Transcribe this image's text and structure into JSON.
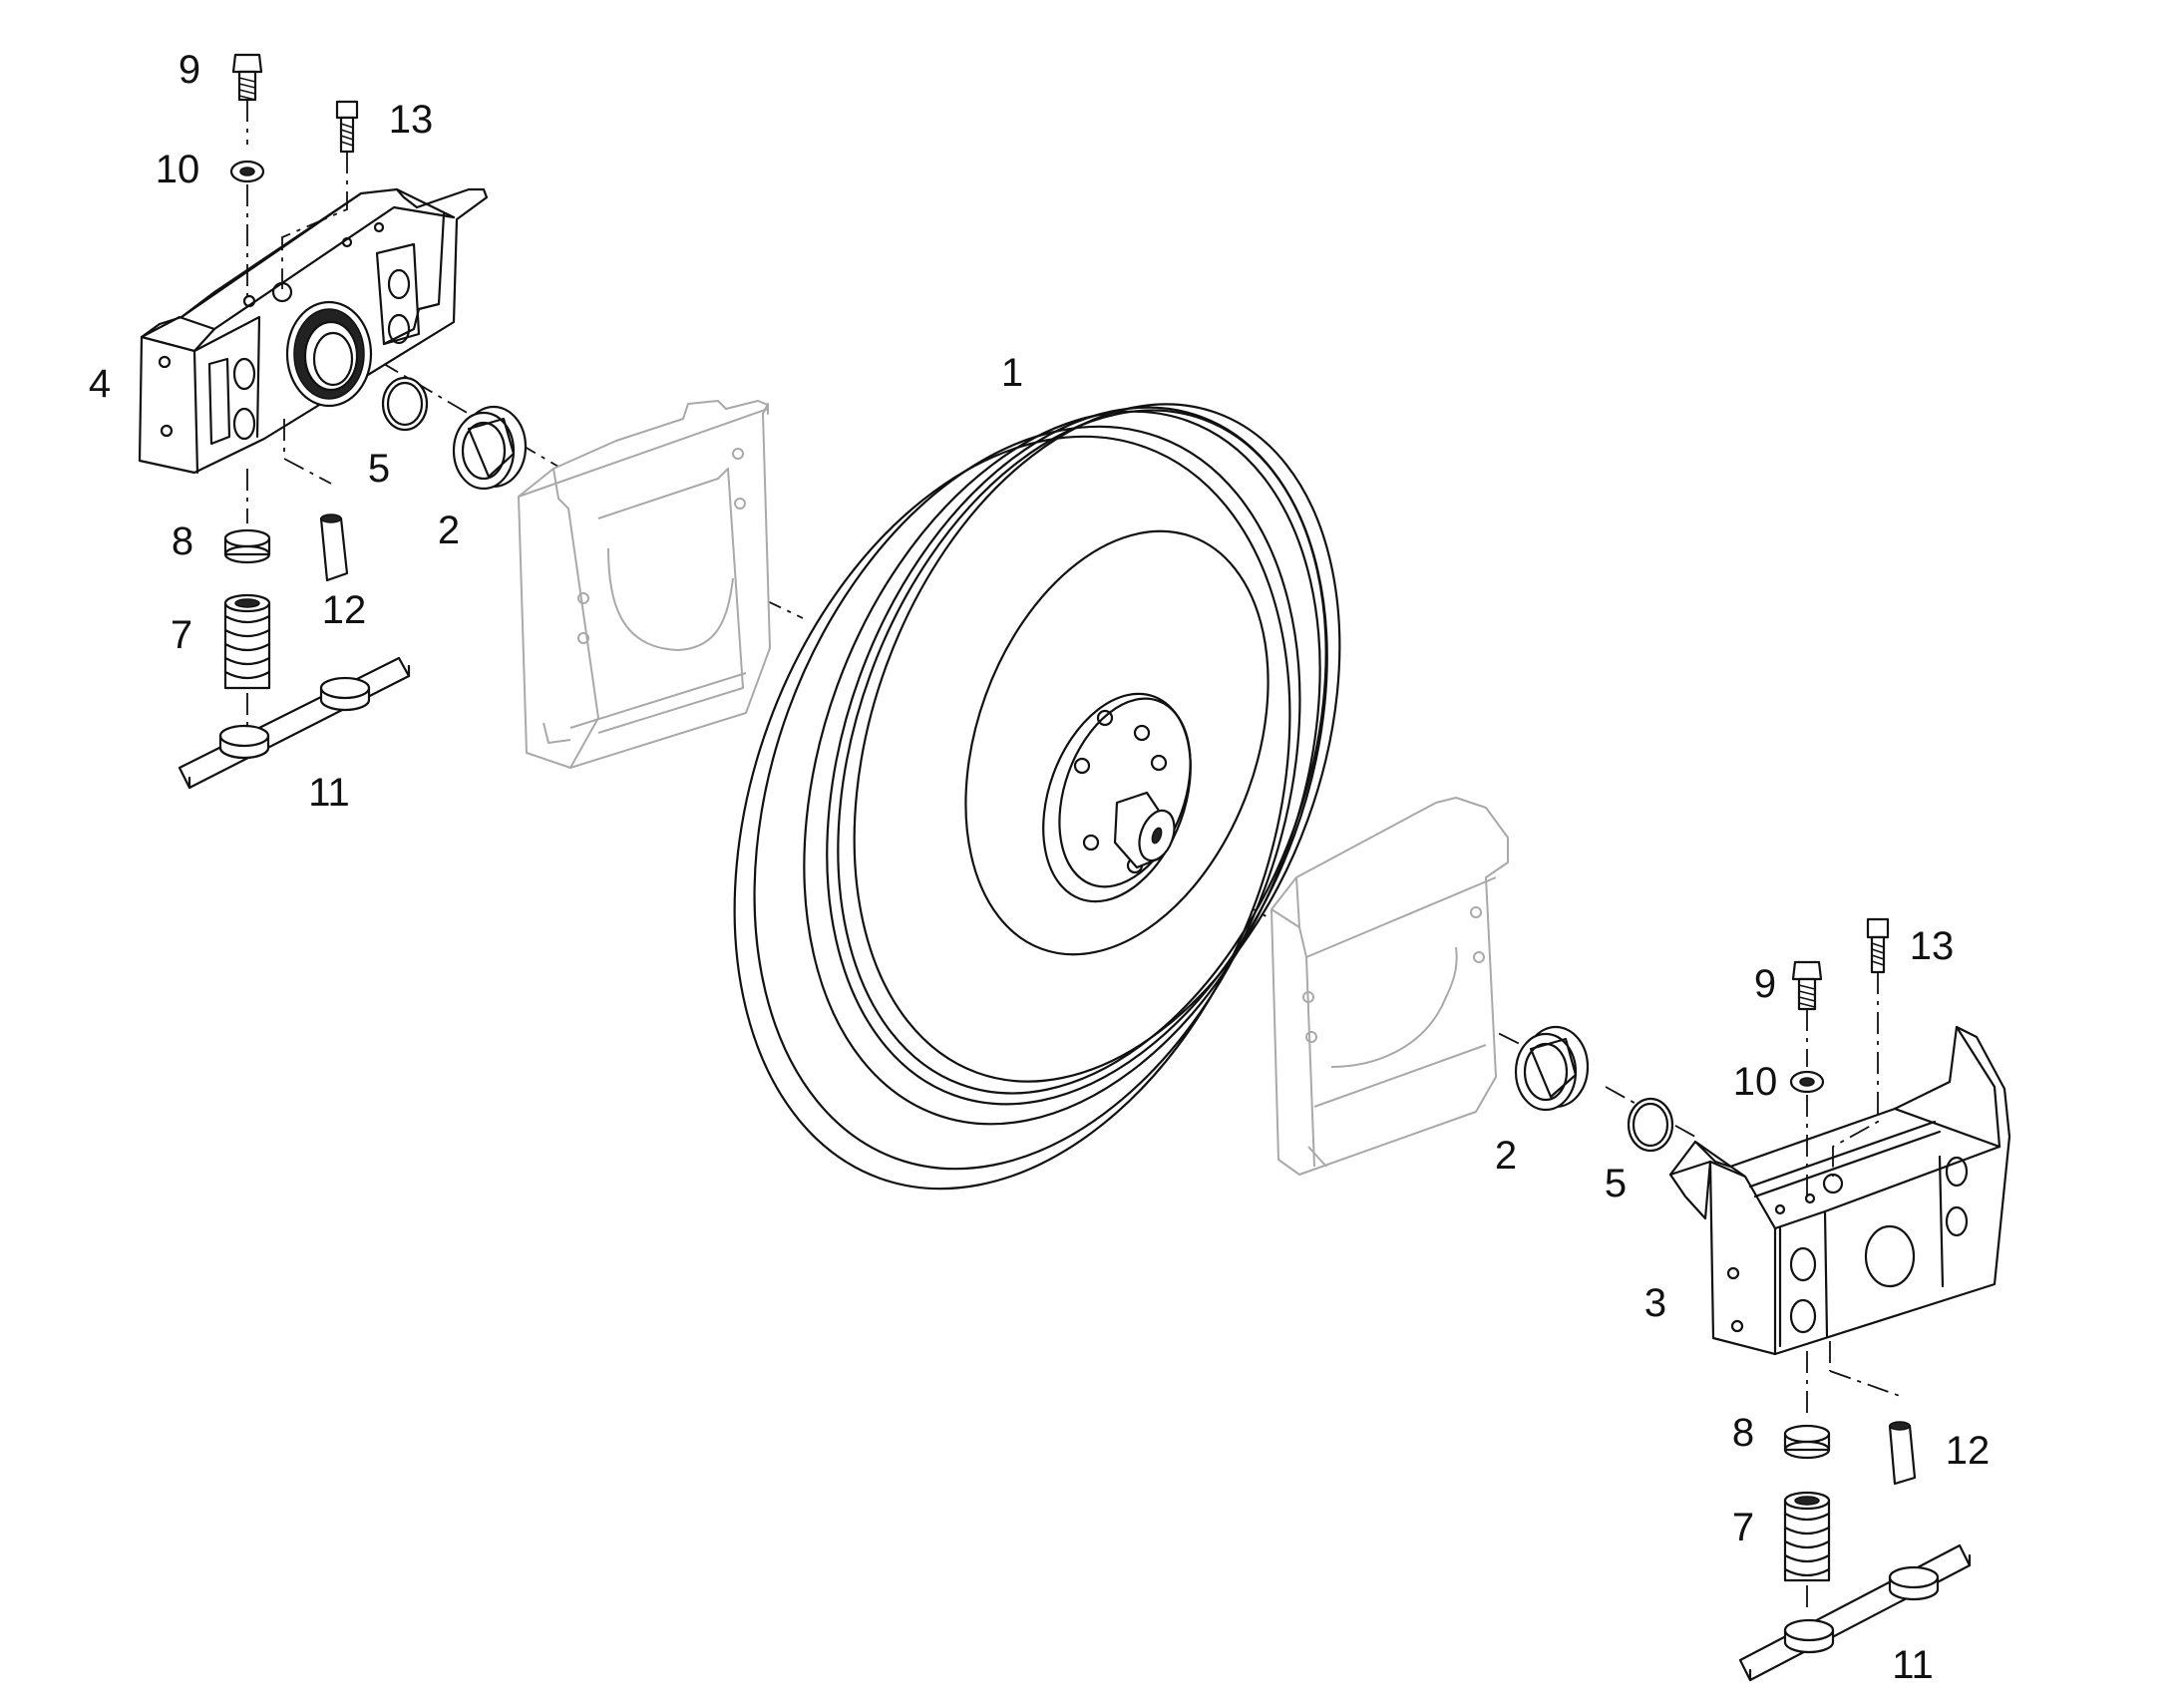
{
  "diagram": {
    "callouts": [
      {
        "id": "c1",
        "text": "1"
      },
      {
        "id": "c2-left",
        "text": "2"
      },
      {
        "id": "c2-right",
        "text": "2"
      },
      {
        "id": "c3",
        "text": "3"
      },
      {
        "id": "c4",
        "text": "4"
      },
      {
        "id": "c5-left",
        "text": "5"
      },
      {
        "id": "c5-right",
        "text": "5"
      },
      {
        "id": "c7-left",
        "text": "7"
      },
      {
        "id": "c7-right",
        "text": "7"
      },
      {
        "id": "c8-left",
        "text": "8"
      },
      {
        "id": "c8-right",
        "text": "8"
      },
      {
        "id": "c9-left",
        "text": "9"
      },
      {
        "id": "c9-right",
        "text": "9"
      },
      {
        "id": "c10-left",
        "text": "10"
      },
      {
        "id": "c10-right",
        "text": "10"
      },
      {
        "id": "c11-left",
        "text": "11"
      },
      {
        "id": "c11-right",
        "text": "11"
      },
      {
        "id": "c12-left",
        "text": "12"
      },
      {
        "id": "c12-right",
        "text": "12"
      },
      {
        "id": "c13-left",
        "text": "13"
      },
      {
        "id": "c13-right",
        "text": "13"
      }
    ]
  }
}
